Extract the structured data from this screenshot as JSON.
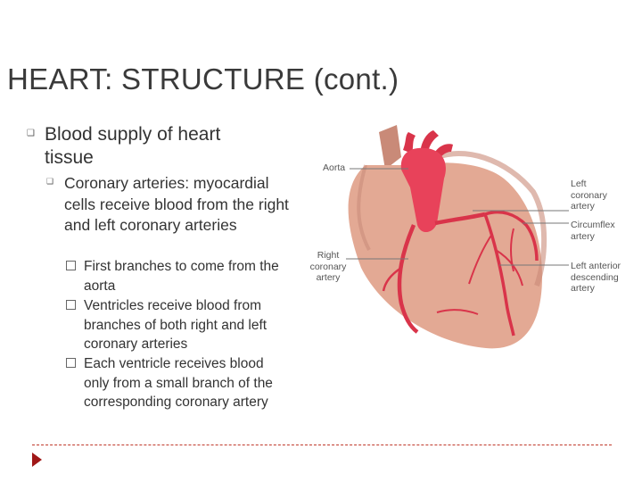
{
  "slide": {
    "title": "HEART: STRUCTURE (cont.)",
    "level1": {
      "text": "Blood supply of heart tissue",
      "icon": "bullet-icon"
    },
    "level2": {
      "text": "Coronary arteries: myocardial cells receive blood from the right and left coronary arteries",
      "icon": "bullet-icon"
    },
    "level3": [
      {
        "text": "First branches to come from the aorta"
      },
      {
        "text": "Ventricles receive blood from branches of both right and left coronary arteries"
      },
      {
        "text": "Each ventricle receives blood only from a small branch of the corresponding coronary artery"
      }
    ]
  },
  "figure": {
    "labels": {
      "aorta": "Aorta",
      "right_coronary": "Right coronary artery",
      "left_coronary": "Left coronary artery",
      "circumflex": "Circumflex artery",
      "lad": "Left anterior descending artery"
    },
    "colors": {
      "artery": "#d9344a",
      "heart_muscle": "#e3a994",
      "heart_shadow": "#c98a78"
    }
  },
  "footer": {
    "arrow_color": "#a01818",
    "line_color": "#c0392b"
  }
}
